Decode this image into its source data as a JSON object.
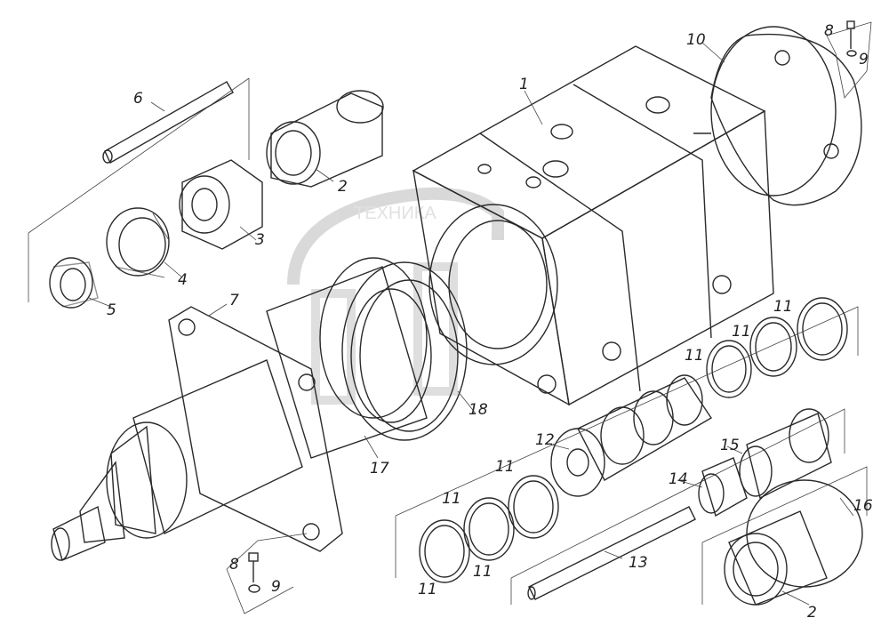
{
  "watermark": {
    "text": "ТЕХНИКА"
  },
  "callouts": {
    "c1": "1",
    "c2a": "2",
    "c2b": "2",
    "c3": "3",
    "c4": "4",
    "c5": "5",
    "c6": "6",
    "c7": "7",
    "c8a": "8",
    "c8b": "8",
    "c9a": "9",
    "c9b": "9",
    "c10": "10",
    "c11a": "11",
    "c11b": "11",
    "c11c": "11",
    "c11d": "11",
    "c11e": "11",
    "c11f": "11",
    "c11g": "11",
    "c12": "12",
    "c13": "13",
    "c14": "14",
    "c15": "15",
    "c16": "16",
    "c17": "17",
    "c18": "18"
  }
}
